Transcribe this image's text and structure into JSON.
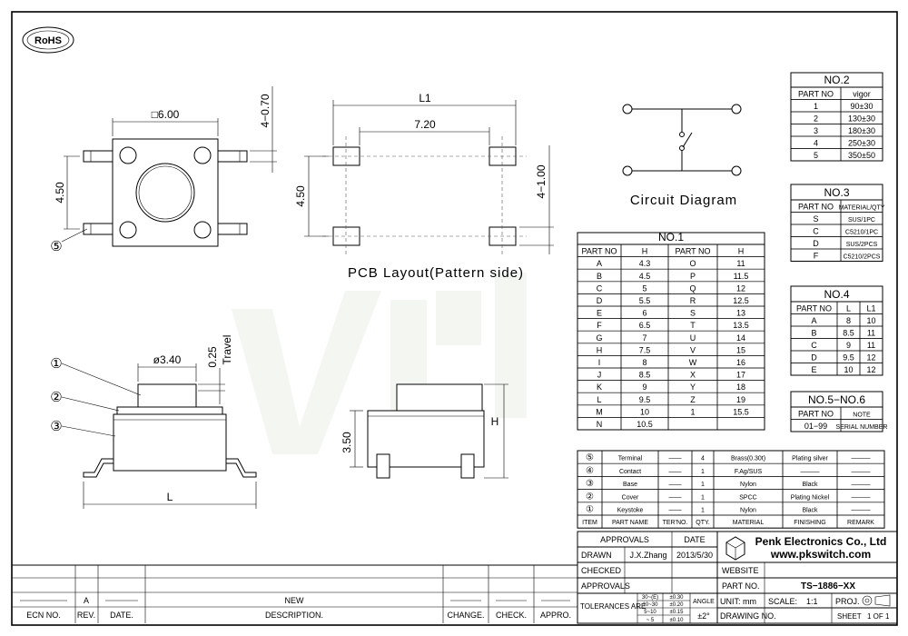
{
  "rohs": "RoHS",
  "top_view": {
    "dim_square": "□6.00",
    "dim_pin_width": "4−0.70",
    "dim_height": "4.50",
    "callout_5": "⑤"
  },
  "pcb": {
    "title": "PCB Layout(Pattern side)",
    "dim_l1": "L1",
    "dim_720": "7.20",
    "dim_450": "4.50",
    "dim_pad": "4−1.00"
  },
  "circuit": {
    "title": "Circuit Diagram"
  },
  "side_view": {
    "dim_dia": "ø3.40",
    "dim_travel": "0.25",
    "travel_label": "Travel",
    "dim_l": "L",
    "callouts": [
      "①",
      "②",
      "③"
    ]
  },
  "front_view": {
    "dim_350": "3.50",
    "dim_h": "H"
  },
  "no1": {
    "title": "NO.1",
    "headers": [
      "PART NO",
      "H",
      "PART NO",
      "H"
    ],
    "rows": [
      [
        "A",
        "4.3",
        "O",
        "11"
      ],
      [
        "B",
        "4.5",
        "P",
        "11.5"
      ],
      [
        "C",
        "5",
        "Q",
        "12"
      ],
      [
        "D",
        "5.5",
        "R",
        "12.5"
      ],
      [
        "E",
        "6",
        "S",
        "13"
      ],
      [
        "F",
        "6.5",
        "T",
        "13.5"
      ],
      [
        "G",
        "7",
        "U",
        "14"
      ],
      [
        "H",
        "7.5",
        "V",
        "15"
      ],
      [
        "I",
        "8",
        "W",
        "16"
      ],
      [
        "J",
        "8.5",
        "X",
        "17"
      ],
      [
        "K",
        "9",
        "Y",
        "18"
      ],
      [
        "L",
        "9.5",
        "Z",
        "19"
      ],
      [
        "M",
        "10",
        "1",
        "15.5"
      ],
      [
        "N",
        "10.5",
        "",
        ""
      ]
    ]
  },
  "no2": {
    "title": "NO.2",
    "headers": [
      "PART NO",
      "vigor"
    ],
    "rows": [
      [
        "1",
        "90±30"
      ],
      [
        "2",
        "130±30"
      ],
      [
        "3",
        "180±30"
      ],
      [
        "4",
        "250±30"
      ],
      [
        "5",
        "350±50"
      ]
    ]
  },
  "no3": {
    "title": "NO.3",
    "headers": [
      "PART NO",
      "MATERIAL/QTY"
    ],
    "rows": [
      [
        "S",
        "SUS/1PC"
      ],
      [
        "C",
        "C5210/1PC"
      ],
      [
        "D",
        "SUS/2PCS"
      ],
      [
        "F",
        "C5210/2PCS"
      ]
    ]
  },
  "no4": {
    "title": "NO.4",
    "headers": [
      "PART NO",
      "L",
      "L1"
    ],
    "rows": [
      [
        "A",
        "8",
        "10"
      ],
      [
        "B",
        "8.5",
        "11"
      ],
      [
        "C",
        "9",
        "11"
      ],
      [
        "D",
        "9.5",
        "12"
      ],
      [
        "E",
        "10",
        "12"
      ]
    ]
  },
  "no56": {
    "title": "NO.5−NO.6",
    "headers": [
      "PART NO",
      "NOTE"
    ],
    "rows": [
      [
        "01−99",
        "SERIAL NUMBER"
      ]
    ]
  },
  "bom": {
    "rows": [
      {
        "item": "⑤",
        "name": "Terminal",
        "ter": "——",
        "qty": "4",
        "material": "Brass(0.30t)",
        "finishing": "Plating silver",
        "remark": "———"
      },
      {
        "item": "④",
        "name": "Contact",
        "ter": "——",
        "qty": "1",
        "material": "F.Ag/SUS",
        "finishing": "———",
        "remark": "———"
      },
      {
        "item": "③",
        "name": "Base",
        "ter": "——",
        "qty": "1",
        "material": "Nylon",
        "finishing": "Black",
        "remark": "———"
      },
      {
        "item": "②",
        "name": "Cover",
        "ter": "——",
        "qty": "1",
        "material": "SPCC",
        "finishing": "Plating Nickel",
        "remark": "———"
      },
      {
        "item": "①",
        "name": "Keystoke",
        "ter": "——",
        "qty": "1",
        "material": "Nylon",
        "finishing": "Black",
        "remark": "———"
      }
    ],
    "header": [
      "ITEM",
      "PART NAME",
      "TER'NO.",
      "QTY.",
      "MATERIAL",
      "FINISHING",
      "REMARK"
    ]
  },
  "title_block": {
    "approvals": "APPROVALS",
    "date": "DATE",
    "drawn": "DRAWN",
    "drawn_by": "J.X.Zhang",
    "drawn_date": "2013/5/30",
    "checked": "CHECKED",
    "approvals2": "APPROVALS",
    "tolerances": "TOLERANCES ARE",
    "tol_ranges": [
      "30~(E)",
      "10~30",
      "5~10",
      "~ 5"
    ],
    "tol_values": [
      "±0.30",
      "±0.20",
      "±0.15",
      "±0.10"
    ],
    "angle": "ANGLE",
    "angle_value": "±2°",
    "company": "Penk Electronics Co., Ltd",
    "website_url": "www.pkswitch.com",
    "website": "WEBSITE",
    "part_no_label": "PART NO.",
    "part_no": "TS−1886−XX",
    "unit": "UNIT: mm",
    "scale": "SCALE:",
    "scale_value": "1:1",
    "proj": "PROJ.",
    "drawing_no": "DRAWING NO.",
    "sheet": "SHEET",
    "sheet_value": "1  OF  1"
  },
  "revision": {
    "ecn_label": "ECN NO.",
    "rev_label": "REV.",
    "date_label": "DATE.",
    "desc_label": "DESCRIPTION.",
    "change_label": "CHANGE.",
    "check_label": "CHECK.",
    "appro_label": "APPRO.",
    "rev": "A",
    "desc": "NEW"
  }
}
